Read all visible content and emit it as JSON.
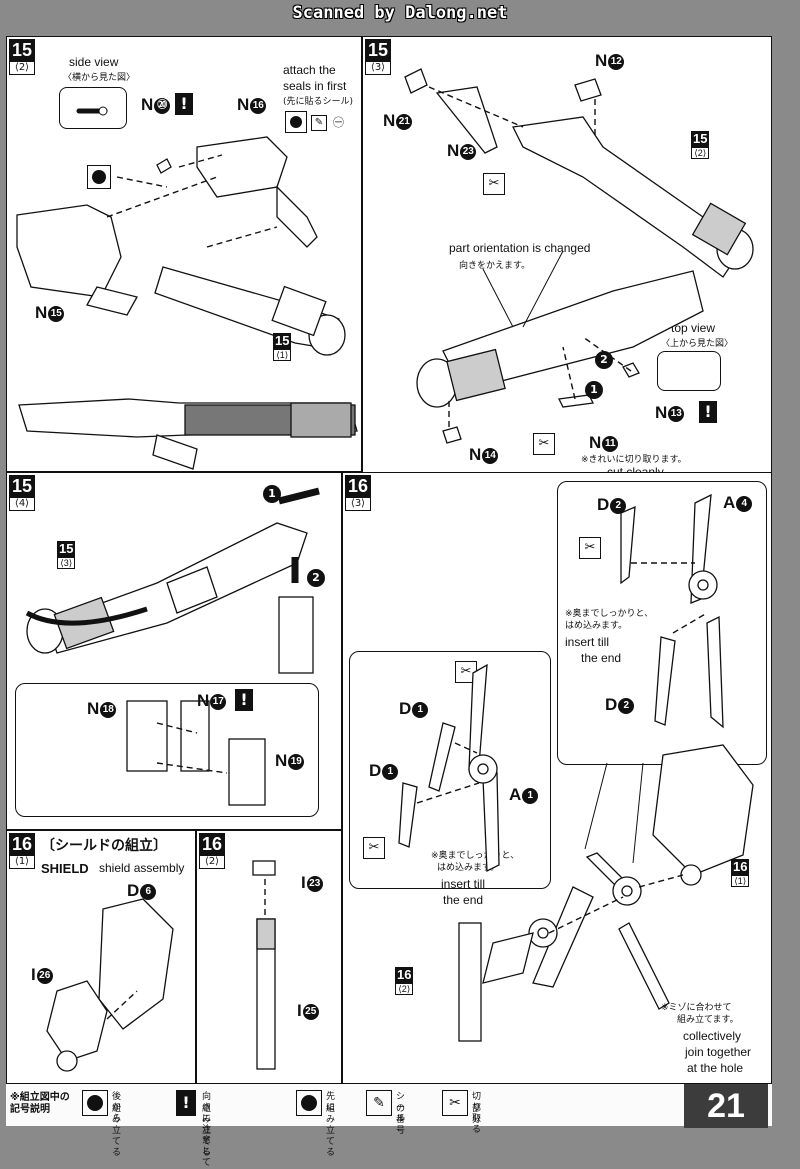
{
  "header": {
    "scan_credit": "Scanned by Dalong.net"
  },
  "panels": {
    "p15_2": {
      "step": "15",
      "sub": "⟨2⟩",
      "side_view_en": "side view",
      "side_view_jp": "〈横から見た図〉",
      "seal_en_1": "attach the",
      "seal_en_2": "seals in first",
      "seal_jp": "(先に貼るシール)",
      "seal_code": "㊀",
      "ref_step": "15",
      "ref_sub": "⟨1⟩",
      "labels": {
        "n20": "N",
        "n20_num": "⑳",
        "n16": "N",
        "n16_num": "16",
        "n15": "N",
        "n15_num": "15"
      }
    },
    "p15_3a": {
      "step": "15",
      "sub": "⟨3⟩",
      "orientation_en": "part orientation is changed",
      "orientation_jp": "向きをかえます。",
      "top_view_en": "top view",
      "top_view_jp": "〈上から見た図〉",
      "cut_jp": "※きれいに切り取ります。",
      "cut_en": "cut cleanly",
      "ref_step": "15",
      "ref_sub": "⟨2⟩",
      "order_1": "1",
      "order_2": "2",
      "labels": {
        "n12_num": "12",
        "n21_num": "21",
        "n23_num": "23",
        "n13_num": "13",
        "n11_num": "11",
        "n14_num": "14"
      }
    },
    "p15_4": {
      "step": "15",
      "sub": "⟨4⟩",
      "ref_step": "15",
      "ref_sub": "⟨3⟩",
      "order_1": "1",
      "order_2": "2",
      "labels": {
        "n18_num": "18",
        "n17_num": "17",
        "n19_num": "19"
      }
    },
    "p16_3": {
      "step": "16",
      "sub": "⟨3⟩",
      "insert_jp_1": "※奥までしっかりと、",
      "insert_jp_2": "はめ込みます。",
      "insert_en_1": "insert till",
      "insert_en_2": "the end",
      "insert2_jp_1": "※奥までしっかりと、",
      "insert2_jp_2": "はめ込みます。",
      "insert2_en_1": "insert till",
      "insert2_en_2": "the end",
      "join_jp_1": "※ミゾに合わせて",
      "join_jp_2": "組み立てます。",
      "join_en_1": "collectively",
      "join_en_2": "join together",
      "join_en_3": "at the hole",
      "ref_a_step": "16",
      "ref_a_sub": "⟨1⟩",
      "ref_b_step": "16",
      "ref_b_sub": "⟨2⟩",
      "labels": {
        "d2_top": "D",
        "d2_top_num": "2",
        "a4": "A",
        "a4_num": "4",
        "d2_bot": "D",
        "d2_bot_num": "2",
        "d1_a": "D",
        "d1_a_num": "1",
        "d1_b": "D",
        "d1_b_num": "1",
        "a1": "A",
        "a1_num": "1"
      }
    },
    "p16_1": {
      "step": "16",
      "sub": "⟨1⟩",
      "title_jp": "〔シールドの組立〕",
      "title_en_caps": "SHIELD",
      "title_en": "shield assembly",
      "labels": {
        "d6": "D",
        "d6_num": "6",
        "i26": "I",
        "i26_num": "26"
      }
    },
    "p16_2": {
      "step": "16",
      "sub": "⟨2⟩",
      "labels": {
        "i23": "I",
        "i23_num": "23",
        "i25": "I",
        "i25_num": "25"
      }
    }
  },
  "legend": {
    "title_1": "※組立図中の",
    "title_2": "記号説明",
    "items": [
      {
        "icon": "assemble-from-back-icon",
        "l1": "後から",
        "l2": "組み立てる"
      },
      {
        "icon": "caution-icon",
        "l1": "向きに注意して",
        "l2": "組み立てる"
      },
      {
        "icon": "assemble-first-icon",
        "l1": "先に",
        "l2": "組み立てる"
      },
      {
        "icon": "seal-number-icon",
        "l1": "シール",
        "l2": "の番号"
      },
      {
        "icon": "cut-part-icon",
        "l1": "切り取る",
        "l2": "部分"
      }
    ]
  },
  "page_number": "21"
}
